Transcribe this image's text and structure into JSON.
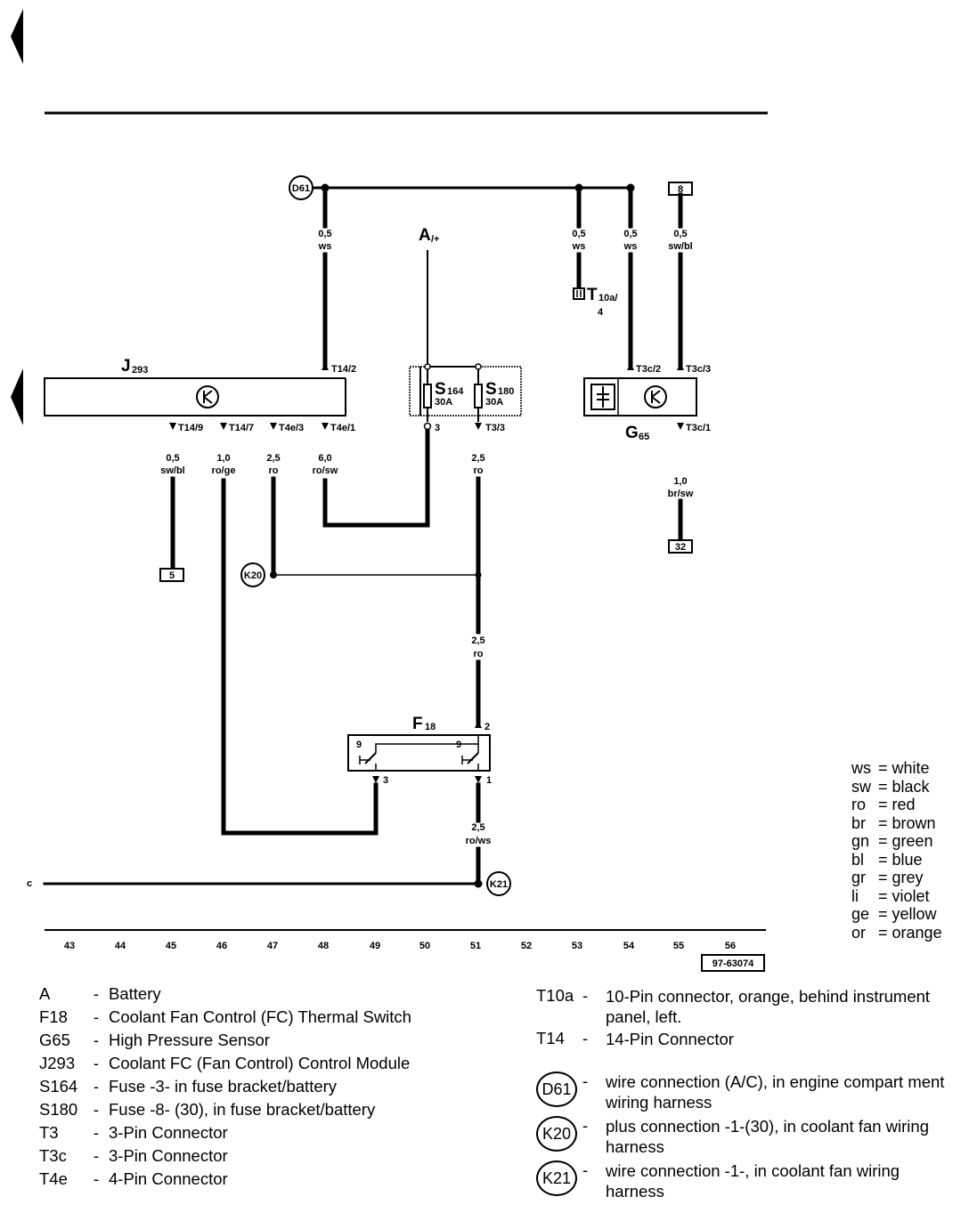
{
  "components": {
    "d61": "D61",
    "k20": "K20",
    "k21": "K21",
    "battery": "A",
    "battery_sub": "/+",
    "j293": "J",
    "j293_sub": "293",
    "g65": "G",
    "g65_sub": "65",
    "f18": "F",
    "f18_sub": "18",
    "s164": "S",
    "s164_sub": "164",
    "s164_rating": "30A",
    "s180": "S",
    "s180_sub": "180",
    "s180_rating": "30A",
    "t10a": "T",
    "t10a_sub": "10a/",
    "t10a_pin": "4",
    "ref_8": "8",
    "ref_5": "5",
    "ref_32": "32",
    "f18_pin_9a": "9",
    "f18_pin_9b": "9",
    "edge_c": "c",
    "doc_id": "97-63074"
  },
  "wires": {
    "w1": [
      "0,5",
      "ws"
    ],
    "w2": [
      "0,5",
      "ws"
    ],
    "w3": [
      "0,5",
      "ws"
    ],
    "w4": [
      "0,5",
      "sw/bl"
    ],
    "w5": [
      "0,5",
      "sw/bl"
    ],
    "w6": [
      "1,0",
      "ro/ge"
    ],
    "w7": [
      "2,5",
      "ro"
    ],
    "w8": [
      "6,0",
      "ro/sw"
    ],
    "w9": [
      "2,5",
      "ro"
    ],
    "w10": [
      "2,5",
      "ro"
    ],
    "w11": [
      "1,0",
      "br/sw"
    ],
    "w12": [
      "2,5",
      "ro/ws"
    ]
  },
  "pins": {
    "t14_2": "T14/2",
    "t14_9": "T14/9",
    "t14_7": "T14/7",
    "t4e_3": "T4e/3",
    "t4e_1": "T4e/1",
    "s164_3": "3",
    "t3_3": "T3/3",
    "t3c_2": "T3c/2",
    "t3c_3": "T3c/3",
    "t3c_1": "T3c/1",
    "f18_2": "2",
    "f18_3": "3",
    "f18_1": "1"
  },
  "grid": [
    "43",
    "44",
    "45",
    "46",
    "47",
    "48",
    "49",
    "50",
    "51",
    "52",
    "53",
    "54",
    "55",
    "56"
  ],
  "wire_colors": [
    {
      "abbr": "ws",
      "name": "white"
    },
    {
      "abbr": "sw",
      "name": "black"
    },
    {
      "abbr": "ro",
      "name": "red"
    },
    {
      "abbr": "br",
      "name": "brown"
    },
    {
      "abbr": "gn",
      "name": "green"
    },
    {
      "abbr": "bl",
      "name": "blue"
    },
    {
      "abbr": "gr",
      "name": "grey"
    },
    {
      "abbr": "li",
      "name": "violet"
    },
    {
      "abbr": "ge",
      "name": "yellow"
    },
    {
      "abbr": "or",
      "name": "orange"
    }
  ],
  "legend_left": [
    {
      "code": "A",
      "desc": "Battery"
    },
    {
      "code": "F18",
      "desc": "Coolant Fan Control (FC) Thermal Switch"
    },
    {
      "code": "G65",
      "desc": "High Pressure Sensor"
    },
    {
      "code": "J293",
      "desc": "Coolant FC (Fan Control) Control Module"
    },
    {
      "code": "S164",
      "desc": "Fuse -3- in fuse bracket/battery"
    },
    {
      "code": "S180",
      "desc": "Fuse -8- (30), in fuse bracket/battery"
    },
    {
      "code": "T3",
      "desc": "3-Pin Connector"
    },
    {
      "code": "T3c",
      "desc": "3-Pin Connector"
    },
    {
      "code": "T4e",
      "desc": "4-Pin Connector"
    }
  ],
  "legend_right": {
    "t10a": {
      "code": "T10a",
      "desc": "10-Pin connector, orange, behind instrument panel, left."
    },
    "t14": {
      "code": "T14",
      "desc": "14-Pin Connector"
    },
    "d61": {
      "code": "D61",
      "desc": "wire connection (A/C), in engine compart ment wiring harness"
    },
    "k20": {
      "code": "K20",
      "desc": "plus connection -1-(30), in coolant fan wiring harness"
    },
    "k21": {
      "code": "K21",
      "desc": "wire connection -1-, in coolant fan wiring harness"
    }
  },
  "dash": "-",
  "equals": "="
}
